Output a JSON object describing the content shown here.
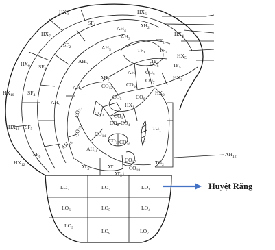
{
  "diagram": {
    "ear_labels": [
      "HX8",
      "HX7",
      "HX6",
      "HX9",
      "HX10",
      "HX11",
      "HX12",
      "HX1",
      "HX2",
      "HX3",
      "HX4",
      "HX5",
      "SF1",
      "SF2",
      "SF3",
      "SF4",
      "SF5",
      "SF6",
      "AH1",
      "AH2",
      "AH3",
      "AH4",
      "AH5",
      "AH6",
      "AH7",
      "AH8",
      "AH9",
      "AH10",
      "AH11",
      "AH12",
      "TF1",
      "TF2",
      "TF3",
      "TF4",
      "TF5",
      "CO1",
      "CO2",
      "CO3",
      "CO4",
      "CO5",
      "CO6",
      "CO7",
      "CO8",
      "CO9",
      "CO10",
      "CO11",
      "CO12",
      "CO13",
      "CO14",
      "CO15",
      "CO16",
      "CO17",
      "CO18",
      "TG1",
      "TG2",
      "AT3",
      "AT",
      "AT2",
      "LO1",
      "LO2",
      "LO3",
      "LO4",
      "LO5",
      "LO6",
      "LO7",
      "LO8",
      "LO9"
    ],
    "callout": "Huyệt Răng",
    "arrow_color": "#4472c4",
    "line_color": "#1a1a1a"
  }
}
